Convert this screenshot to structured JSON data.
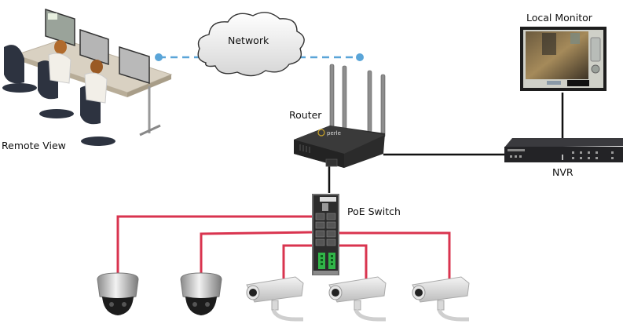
{
  "diagram": {
    "type": "network-topology",
    "nodes": {
      "remote_view": {
        "label": "Remote View",
        "icon": "security-operators-desk-icon"
      },
      "network": {
        "label": "Network",
        "icon": "cloud-icon"
      },
      "router": {
        "label": "Router",
        "icon": "wireless-router-icon",
        "brand": "perle"
      },
      "local_monitor": {
        "label": "Local Monitor",
        "icon": "monitor-icon"
      },
      "nvr": {
        "label": "NVR",
        "icon": "nvr-recorder-icon"
      },
      "poe_switch": {
        "label": "PoE Switch",
        "icon": "poe-switch-icon"
      },
      "cameras": [
        {
          "id": "dome-1",
          "kind": "dome",
          "icon": "dome-camera-icon"
        },
        {
          "id": "dome-2",
          "kind": "dome",
          "icon": "dome-camera-icon"
        },
        {
          "id": "bullet-1",
          "kind": "bullet",
          "icon": "bullet-camera-icon"
        },
        {
          "id": "bullet-2",
          "kind": "bullet",
          "icon": "bullet-camera-icon"
        },
        {
          "id": "bullet-3",
          "kind": "bullet",
          "icon": "bullet-camera-icon"
        }
      ]
    },
    "links": [
      {
        "from": "remote_view",
        "to": "network",
        "style": "dashed",
        "color": "#5aa5d8"
      },
      {
        "from": "network",
        "to": "router",
        "style": "dashed",
        "color": "#5aa5d8"
      },
      {
        "from": "router",
        "to": "nvr",
        "style": "solid",
        "color": "#111111"
      },
      {
        "from": "nvr",
        "to": "local_monitor",
        "style": "solid",
        "color": "#111111"
      },
      {
        "from": "router",
        "to": "poe_switch",
        "style": "solid",
        "color": "#111111"
      },
      {
        "from": "poe_switch",
        "to": "dome-1",
        "style": "solid",
        "color": "#d9344f"
      },
      {
        "from": "poe_switch",
        "to": "dome-2",
        "style": "solid",
        "color": "#d9344f"
      },
      {
        "from": "poe_switch",
        "to": "bullet-1",
        "style": "solid",
        "color": "#d9344f"
      },
      {
        "from": "poe_switch",
        "to": "bullet-2",
        "style": "solid",
        "color": "#d9344f"
      },
      {
        "from": "poe_switch",
        "to": "bullet-3",
        "style": "solid",
        "color": "#d9344f"
      }
    ],
    "colors": {
      "poe_cable": "#d9344f",
      "network_link": "#5aa5d8",
      "ethernet": "#111111"
    }
  }
}
